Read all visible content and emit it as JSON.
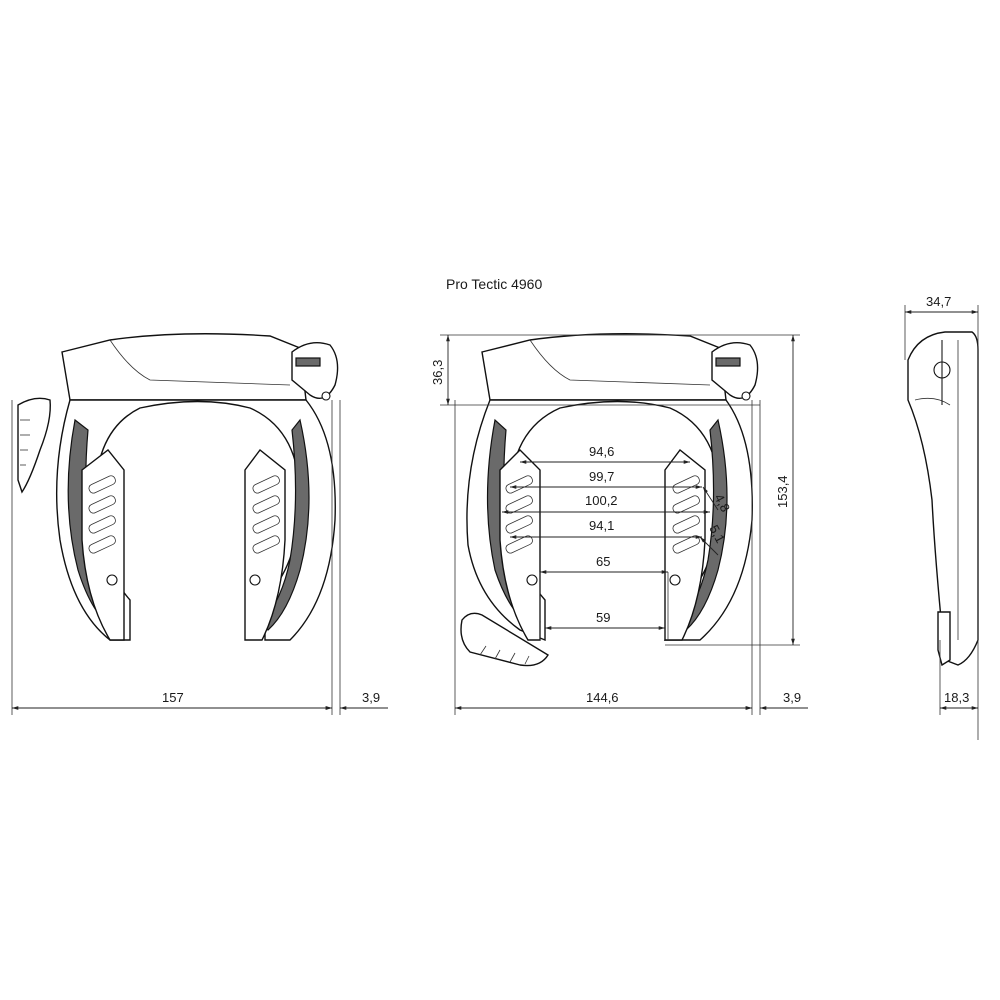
{
  "title": "Pro Tectic 4960",
  "views": {
    "left": {
      "width": "157",
      "offset": "3,9"
    },
    "middle": {
      "top_height": "36,3",
      "total_height": "153,4",
      "width": "144,6",
      "offset": "3,9",
      "inner_widths": [
        "94,6",
        "99,7",
        "100,2",
        "94,1",
        "65",
        "59"
      ],
      "slant_dims": [
        "4,8",
        "5,1"
      ]
    },
    "side": {
      "depth": "34,7",
      "thickness": "18,3"
    }
  },
  "colors": {
    "line": "#1a1a1a",
    "fill_dark": "#6a6a6a",
    "background": "#ffffff"
  }
}
